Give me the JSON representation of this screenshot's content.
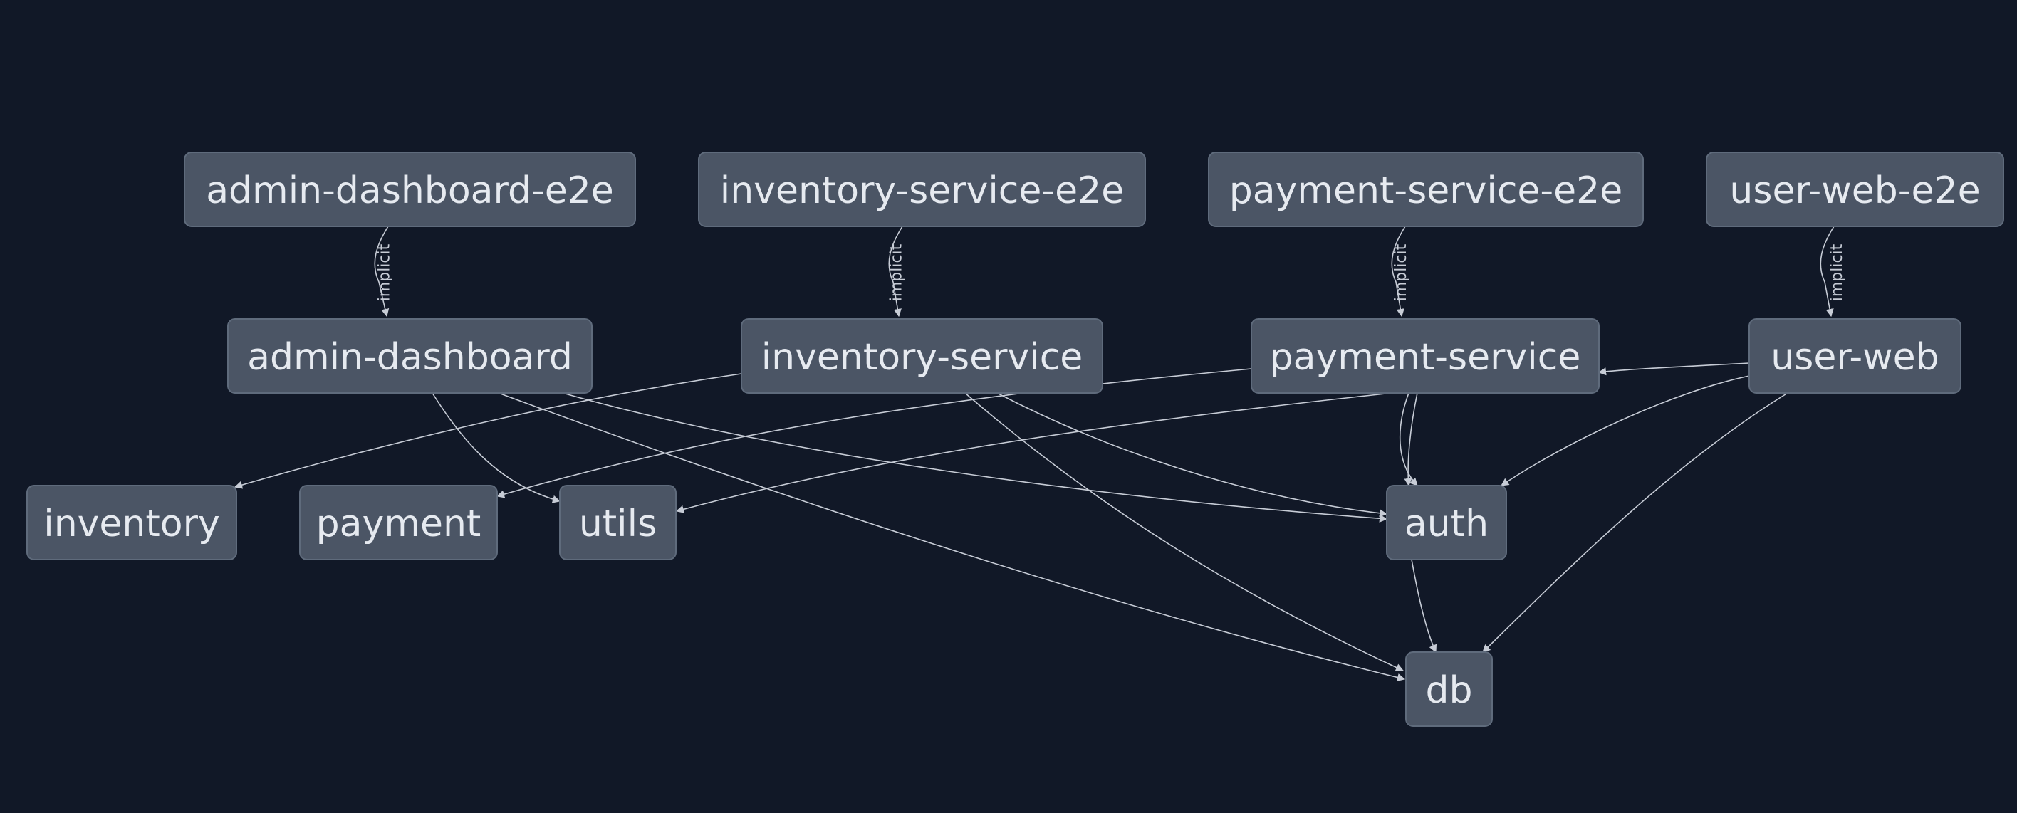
{
  "colors": {
    "background": "#111827",
    "node_fill": "#4b5565",
    "node_text": "#e6eaf0",
    "edge": "#c7ccd6"
  },
  "nodes": [
    {
      "id": "admin-dashboard-e2e",
      "label": "admin-dashboard-e2e"
    },
    {
      "id": "inventory-service-e2e",
      "label": "inventory-service-e2e"
    },
    {
      "id": "payment-service-e2e",
      "label": "payment-service-e2e"
    },
    {
      "id": "user-web-e2e",
      "label": "user-web-e2e"
    },
    {
      "id": "admin-dashboard",
      "label": "admin-dashboard"
    },
    {
      "id": "inventory-service",
      "label": "inventory-service"
    },
    {
      "id": "payment-service",
      "label": "payment-service"
    },
    {
      "id": "user-web",
      "label": "user-web"
    },
    {
      "id": "inventory",
      "label": "inventory"
    },
    {
      "id": "payment",
      "label": "payment"
    },
    {
      "id": "utils",
      "label": "utils"
    },
    {
      "id": "auth",
      "label": "auth"
    },
    {
      "id": "db",
      "label": "db"
    }
  ],
  "edges": [
    {
      "from": "admin-dashboard-e2e",
      "to": "admin-dashboard",
      "label": "implicit"
    },
    {
      "from": "inventory-service-e2e",
      "to": "inventory-service",
      "label": "implicit"
    },
    {
      "from": "payment-service-e2e",
      "to": "payment-service",
      "label": "implicit"
    },
    {
      "from": "user-web-e2e",
      "to": "user-web",
      "label": "implicit"
    },
    {
      "from": "admin-dashboard",
      "to": "utils"
    },
    {
      "from": "admin-dashboard",
      "to": "auth"
    },
    {
      "from": "admin-dashboard",
      "to": "db"
    },
    {
      "from": "inventory-service",
      "to": "inventory"
    },
    {
      "from": "inventory-service",
      "to": "auth"
    },
    {
      "from": "inventory-service",
      "to": "db"
    },
    {
      "from": "payment-service",
      "to": "payment"
    },
    {
      "from": "payment-service",
      "to": "utils"
    },
    {
      "from": "payment-service",
      "to": "auth"
    },
    {
      "from": "payment-service",
      "to": "db"
    },
    {
      "from": "user-web",
      "to": "inventory"
    },
    {
      "from": "user-web",
      "to": "auth"
    },
    {
      "from": "user-web",
      "to": "db"
    },
    {
      "from": "auth",
      "to": "db"
    }
  ]
}
